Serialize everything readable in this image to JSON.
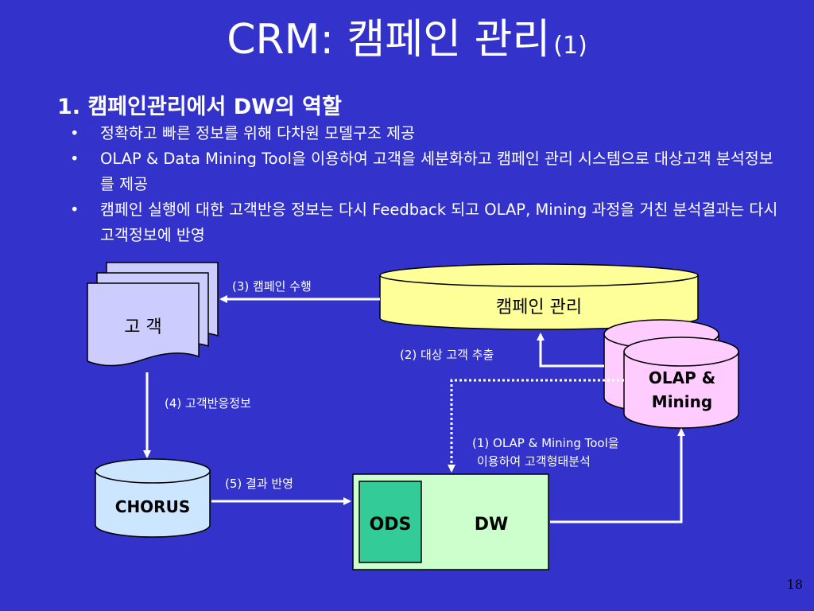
{
  "slide": {
    "title": "CRM: 캠페인 관리",
    "title_num": "(1)",
    "subhead_num": "1.",
    "subhead_a": "캠페인관리에서 ",
    "subhead_b": "DW",
    "subhead_c": "의 역할",
    "bullets": [
      "정확하고 빠른 정보를 위해 다차원 모델구조 제공",
      "OLAP & Data Mining Tool을 이용하여 고객을 세분화하고 캠페인 관리 시스템으로 대상고객 분석정보를 제공",
      "캠페인 실행에 대한 고객반응 정보는 다시 Feedback 되고 OLAP, Mining 과정을 거친 분석결과는 다시 고객정보에 반영"
    ],
    "bullet_symbol": "•",
    "page_number": "18"
  },
  "diagram": {
    "customer_label": "고 객",
    "campaign_label": "캠페인 관리",
    "olap_line1": "OLAP &",
    "olap_line2": "Mining",
    "chorus_label": "CHORUS",
    "ods_label": "ODS",
    "dw_label": "DW",
    "step3": "(3) 캠페인 수행",
    "step2": "(2) 대상 고객 추출",
    "step4": "(4) 고객반응정보",
    "step1_line1": "(1)  OLAP & Mining Tool을",
    "step1_line2": "이용하여 고객형태분석",
    "step5": "(5) 결과 반영"
  },
  "colors": {
    "background": "#3333cc",
    "campaign_fill": "#ffff99",
    "olap_fill": "#ffccff",
    "chorus_fill": "#cce6ff",
    "dw_fill": "#ccffcc",
    "ods_fill": "#33cc99",
    "customer_fill": "#ccccff"
  }
}
